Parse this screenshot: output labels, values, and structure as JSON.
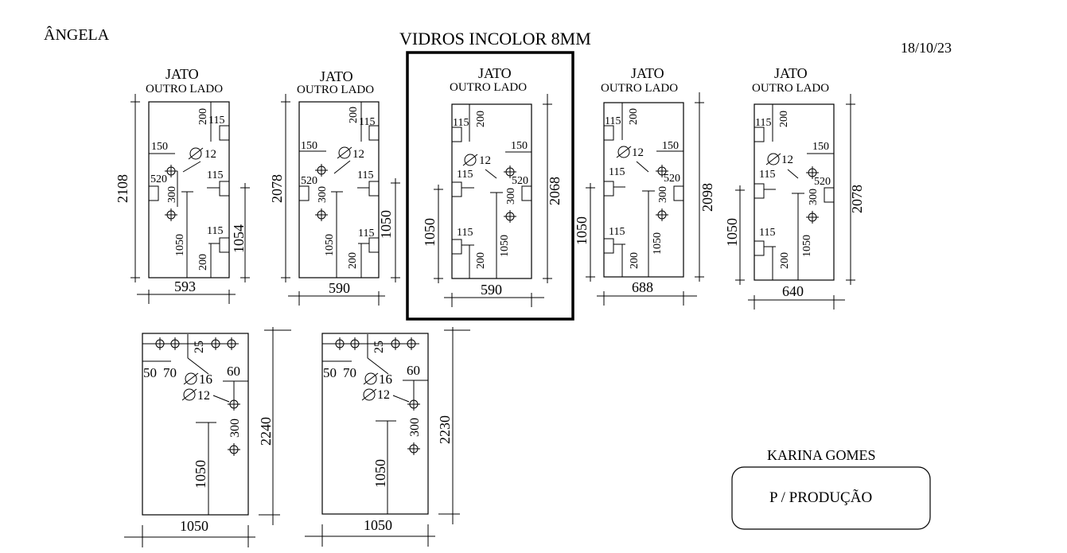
{
  "header": {
    "client": "ÂNGELA",
    "title": "VIDROS INCOLOR 8MM",
    "date": "18/10/23"
  },
  "panels_top": [
    {
      "top_label": "JATO",
      "sub_label": "OUTRO LADO",
      "height": "2108",
      "width": "593",
      "side": "1054",
      "d_200a": "200",
      "d_115a": "115",
      "d_150": "150",
      "hole": "12",
      "d_520": "520",
      "d_300": "300",
      "d_115b": "115",
      "d_115c": "115",
      "d_1050": "1050",
      "d_200b": "200"
    },
    {
      "top_label": "JATO",
      "sub_label": "OUTRO LADO",
      "height": "2078",
      "width": "590",
      "side": "1050",
      "d_200a": "200",
      "d_115a": "115",
      "d_150": "150",
      "hole": "12",
      "d_520": "520",
      "d_300": "300",
      "d_115b": "115",
      "d_115c": "115",
      "d_1050": "1050",
      "d_200b": "200"
    },
    {
      "top_label": "JATO",
      "sub_label": "OUTRO LADO",
      "height": "2068",
      "width": "590",
      "side": "1050",
      "d_200a": "200",
      "d_115a": "115",
      "d_150": "150",
      "hole": "12",
      "d_520": "520",
      "d_300": "300",
      "d_115b": "115",
      "d_115c": "115",
      "d_1050": "1050",
      "d_200b": "200"
    },
    {
      "top_label": "JATO",
      "sub_label": "OUTRO LADO",
      "height": "2098",
      "width": "688",
      "side": "1050",
      "d_200a": "200",
      "d_115a": "115",
      "d_150": "150",
      "hole": "12",
      "d_520": "520",
      "d_300": "300",
      "d_115b": "115",
      "d_115c": "115",
      "d_1050": "1050",
      "d_200b": "200"
    },
    {
      "top_label": "JATO",
      "sub_label": "OUTRO LADO",
      "height": "2078",
      "width": "640",
      "side": "1050",
      "d_200a": "200",
      "d_115a": "115",
      "d_150": "150",
      "hole": "12",
      "d_520": "520",
      "d_300": "300",
      "d_115b": "115",
      "d_115c": "115",
      "d_1050": "1050",
      "d_200b": "200"
    }
  ],
  "panels_bottom": [
    {
      "height": "2240",
      "width": "1050",
      "d_50": "50",
      "d_70": "70",
      "d_25": "25",
      "hole_a": "16",
      "d_60": "60",
      "hole_b": "12",
      "d_300": "300",
      "d_1050": "1050"
    },
    {
      "height": "2230",
      "width": "1050",
      "d_50": "50",
      "d_70": "70",
      "d_25": "25",
      "hole_a": "16",
      "d_60": "60",
      "hole_b": "12",
      "d_300": "300",
      "d_1050": "1050"
    }
  ],
  "footer": {
    "customer": "KARINA GOMES",
    "note": "P / PRODUÇÃO"
  }
}
